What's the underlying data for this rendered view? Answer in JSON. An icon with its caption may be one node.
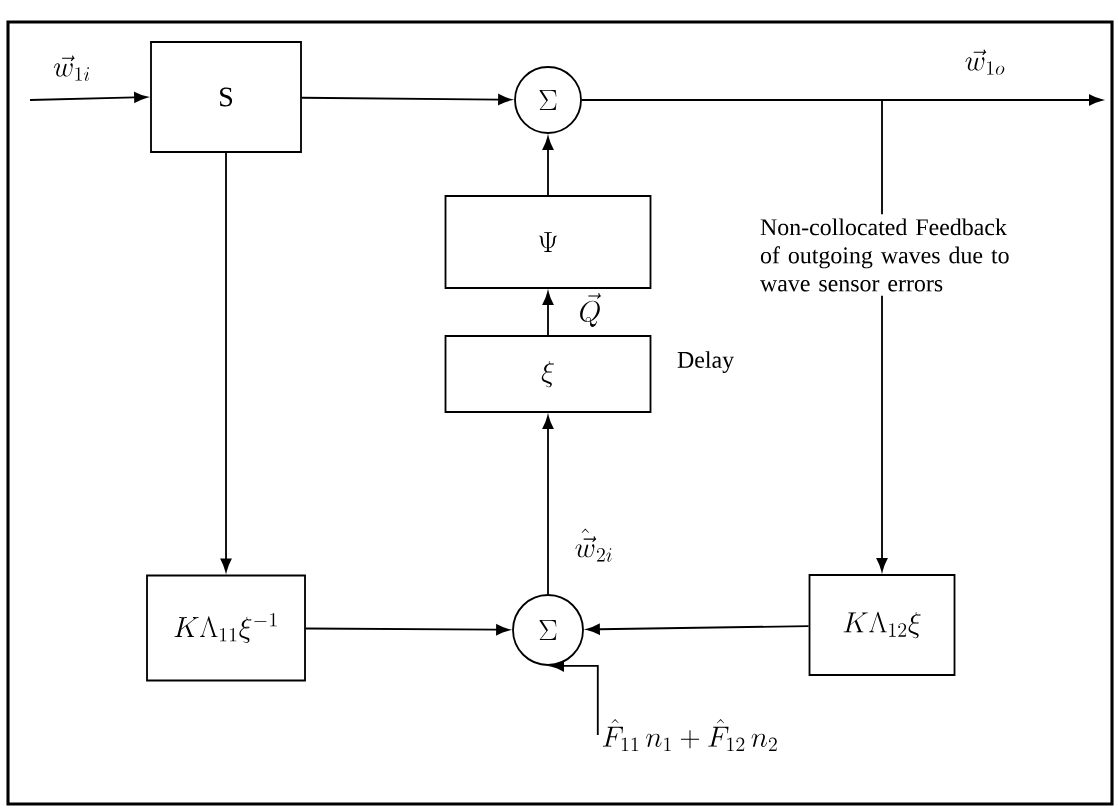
{
  "diagram": {
    "nodes": [
      {
        "text": [
          "S"
        ]
      },
      {
        "text": [
          "\\Sigma"
        ]
      },
      {
        "text": [
          "\\Psi"
        ]
      },
      {
        "text": [
          "\\xi"
        ],
        "beside": [
          "Delay"
        ]
      },
      {
        "text": [
          "K\\Lambda_{11}\\xi^{-1}"
        ]
      },
      {
        "text": [
          "\\Sigma"
        ]
      },
      {
        "text": [
          "K\\Lambda_{12}\\xi"
        ]
      },
      {
        "text": [
          "\\hat{F}_{11}\\,n_{1}+\\hat{F}_{12}\\,n_{2}"
        ]
      }
    ],
    "edges": [
      {
        "from": null,
        "to": 0,
        "arrow": "to",
        "label": "\\vec{w}_{1i}"
      },
      {
        "from": 0,
        "to": 1,
        "arrow": "to"
      },
      {
        "from": 1,
        "to": null,
        "arrow": "to",
        "label": "\\vec{w}_{1o}"
      },
      {
        "from": 2,
        "to": 1,
        "arrow": "to"
      },
      {
        "from": 3,
        "to": 2,
        "arrow": "to",
        "label": "\\vec{Q}"
      },
      {
        "from": 5,
        "to": 3,
        "arrow": "to",
        "label": "\\hat{\\vec{w}}_{2i}"
      },
      {
        "from": 0,
        "to": 4,
        "arrow": "to"
      },
      {
        "from": 4,
        "to": 5,
        "arrow": "to"
      },
      {
        "from": 6,
        "to": 5,
        "arrow": "to"
      },
      {
        "from": 7,
        "to": 5,
        "arrow": "to"
      },
      {
        "from": 1,
        "to": 6,
        "arrow": "to",
        "label": "Non-collocated Feedback of outgoing waves due to wave sensor errors"
      }
    ]
  }
}
